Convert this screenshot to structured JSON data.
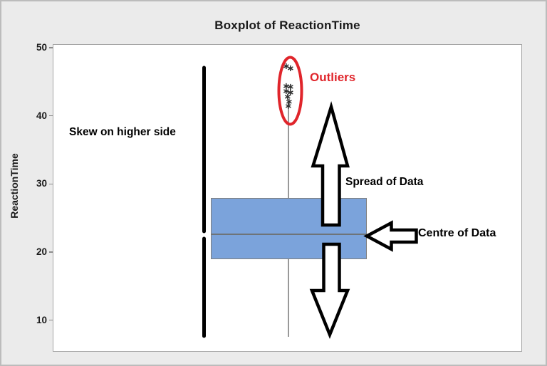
{
  "title": "Boxplot of ReactionTime",
  "axis": {
    "ylabel": "ReactionTime",
    "yticks": [
      50,
      40,
      30,
      20,
      10
    ]
  },
  "annotations": {
    "skew_label": "Skew on higher side",
    "outliers_label": "Outliers",
    "spread_label": "Spread of Data",
    "centre_label": "Centre of Data"
  },
  "outlier_glyph": "∗",
  "colors": {
    "figure_bg": "#ebebeb",
    "plot_bg": "#ffffff",
    "plot_border": "#a6a6a6",
    "box_fill": "#7ba3db",
    "box_border": "#7f7f7f",
    "median_line": "#6e7478",
    "whisker_line": "#999999",
    "outlier_marker": "#2f2f2f",
    "outlier_red": "#e0252b",
    "annotation_black": "#000000"
  },
  "chart_data": {
    "type": "boxplot",
    "title": "Boxplot of ReactionTime",
    "xlabel": "",
    "ylabel": "ReactionTime",
    "ylim": [
      5.4,
      50.5
    ],
    "yticks": [
      10,
      20,
      30,
      40,
      50
    ],
    "grid": false,
    "legend": "none",
    "series": [
      {
        "name": "ReactionTime",
        "q1": 19,
        "median": 22.7,
        "q3": 28,
        "whisker_low": 7.6,
        "whisker_high": 41.1,
        "outliers": [
          47.3,
          47.0,
          44.4,
          44.2,
          43.6,
          43.4,
          42.8,
          42.1,
          41.4
        ]
      }
    ],
    "annotations": [
      {
        "text": "Skew on higher side",
        "color": "#000000",
        "type": "label-with-vertical-line",
        "line_span_values": [
          47.2,
          7.8
        ],
        "line_gap_values": [
          23.1,
          22.1
        ]
      },
      {
        "text": "Outliers",
        "color": "#e0252b",
        "type": "label-with-ellipse",
        "ellipse_value_range": [
          38.0,
          47.8
        ]
      },
      {
        "text": "Spread of Data",
        "color": "#000000",
        "type": "label-with-up-down-arrows"
      },
      {
        "text": "Centre of Data",
        "color": "#000000",
        "type": "label-with-left-arrow-at-median"
      }
    ]
  }
}
